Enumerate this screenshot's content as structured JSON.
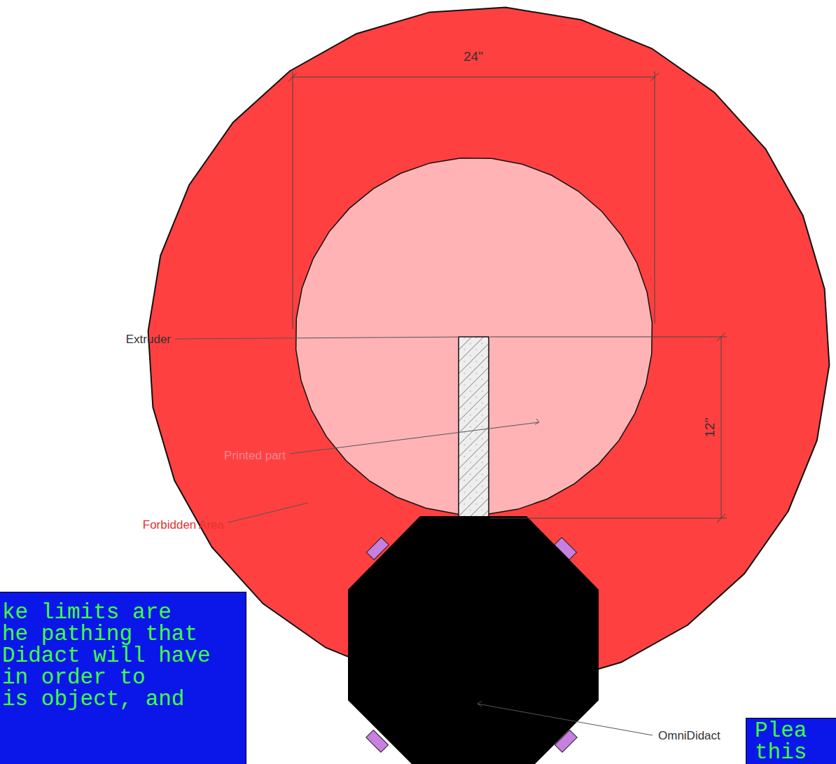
{
  "diagram": {
    "nodes": [
      {
        "text": [
          "ke limits are",
          "he pathing that",
          "Didact will have",
          "in order to",
          "is object, and"
        ]
      },
      {
        "text": [
          "Plea",
          "this"
        ]
      }
    ],
    "labels": [
      "24\"",
      "12\"",
      "Extruder",
      "Printed part",
      "Forbidden Area",
      "OmniDidact"
    ]
  }
}
